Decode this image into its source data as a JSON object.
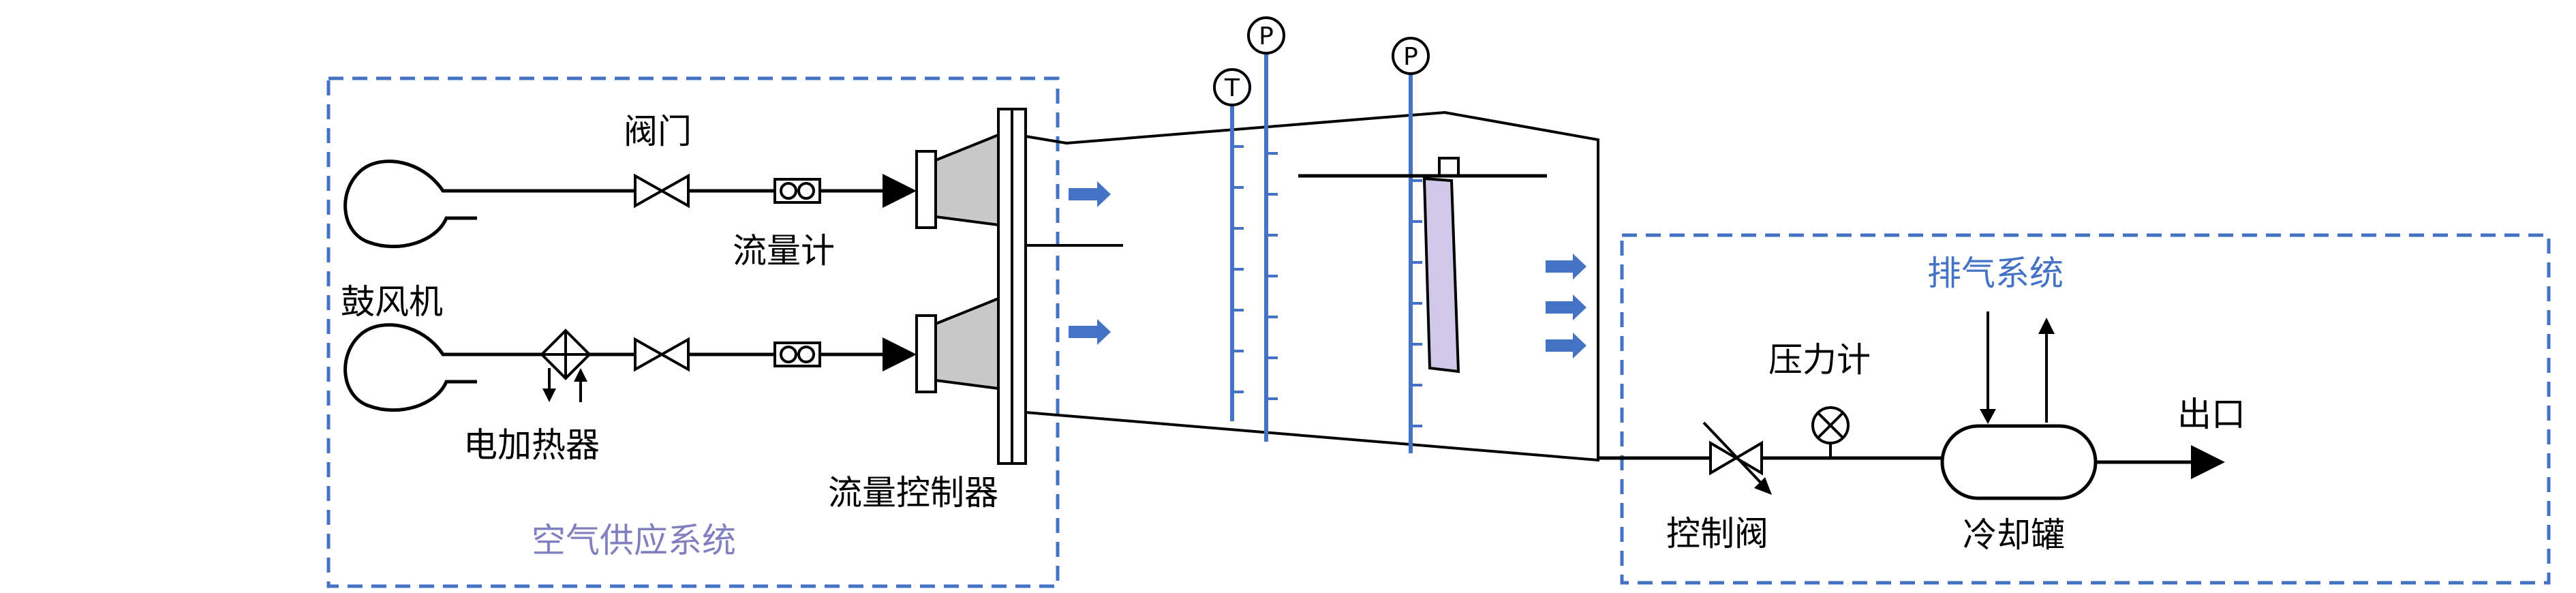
{
  "colors": {
    "group_border": "#4472c4",
    "air_supply_title": "#8080c0",
    "exhaust_title": "#4472c4",
    "probe_line": "#4472c4",
    "flow_arrow": "#4472c4",
    "damper_fill": "#b0b0b0",
    "plate_fill": "#d0c8e8",
    "inlet_fill": "#c8c8c8"
  },
  "groups": {
    "air_supply": {
      "title": "空气供应系统"
    },
    "exhaust": {
      "title": "排气系统"
    }
  },
  "labels": {
    "blower": "鼓风机",
    "valve": "阀门",
    "flow_meter": "流量计",
    "electric_heater": "电加热器",
    "flow_controller": "流量控制器",
    "pressure_gauge": "压力计",
    "control_valve": "控制阀",
    "cooling_tank": "冷却罐",
    "outlet": "出口"
  },
  "gauges": {
    "temperature": "T",
    "pressure_1": "P",
    "pressure_2": "P"
  },
  "icons": [
    "blower-icon",
    "gate-valve-icon",
    "flow-meter-icon",
    "heater-icon",
    "control-valve-icon",
    "pressure-gauge-icon",
    "cooling-tank-icon",
    "flow-arrow-icon"
  ]
}
